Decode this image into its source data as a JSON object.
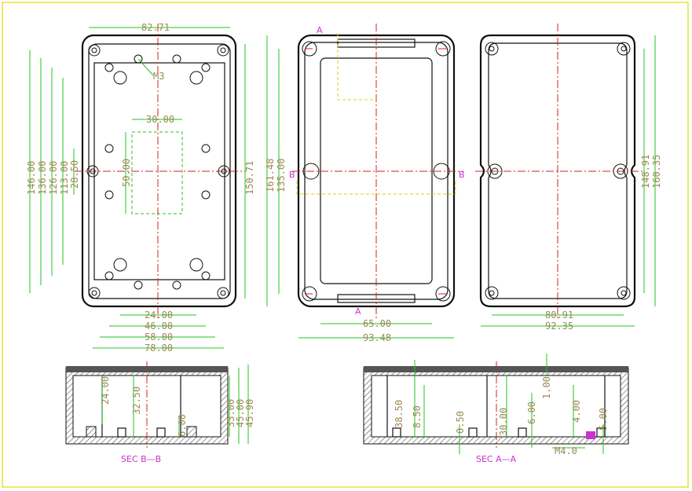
{
  "views": {
    "bottom": {
      "dims": {
        "width_overall": "82.71",
        "height_150": "150.71",
        "v146": "146.00",
        "v136": "136.00",
        "v126": "126.00",
        "v113": "113.00",
        "v28": "28.50",
        "v50": "50.00",
        "h30": "30.00",
        "h24": "24.00",
        "h46": "46.00",
        "h58": "58.00",
        "h78": "78.00"
      },
      "thread_label": "M3"
    },
    "middle": {
      "dims": {
        "v161": "161.48",
        "v135": "135.00",
        "h65": "65.00",
        "h93": "93.48"
      },
      "section_marks": {
        "a_top": "A",
        "a_bottom": "A",
        "b_left": "B",
        "b_right": "B"
      }
    },
    "lid": {
      "dims": {
        "v148": "148.91",
        "v160": "160.35",
        "h80": "80.91",
        "h92": "92.35"
      }
    },
    "section_bb": {
      "title": "SEC B—B",
      "dims": {
        "d24": "24.00",
        "d32": "32.50",
        "d6": "6.00",
        "d33": "33.00",
        "d45": "45.00",
        "d45_9": "45.90"
      }
    },
    "section_aa": {
      "title": "SEC A—A",
      "dims": {
        "d38": "38.50",
        "d8": "8.50",
        "d0_5": "0.50",
        "d30": "30.00",
        "d6": "6.00",
        "d1": "1.00",
        "d4": "4.00",
        "d5": "5.00",
        "thread": "M4.0"
      }
    }
  },
  "colors": {
    "dimension_text": "#9a8a52",
    "dimension_line": "#22c422",
    "centerline": "#d22222",
    "outline": "#111111",
    "section_label": "#cc33cc",
    "frame": "#e6d800",
    "highlight": "#cc33cc"
  }
}
